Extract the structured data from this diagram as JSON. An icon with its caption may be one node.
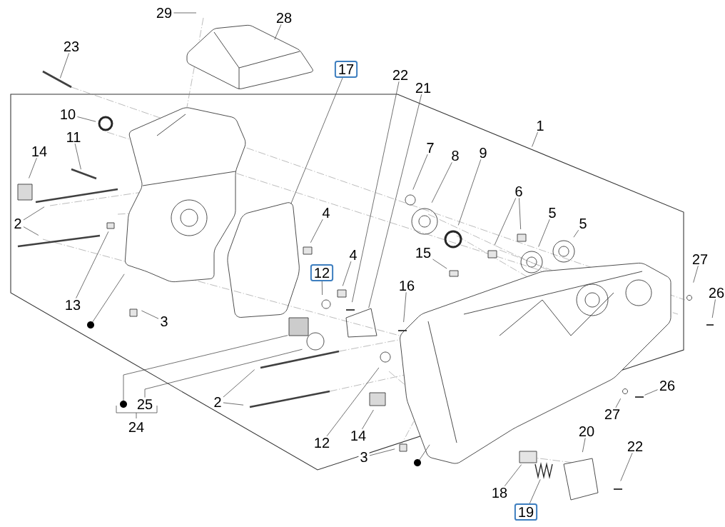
{
  "diagram": {
    "nodes": [
      {
        "text": [
          "29"
        ]
      },
      {
        "text": [
          "28"
        ]
      },
      {
        "text": [
          "23"
        ]
      },
      {
        "text": [
          "17"
        ]
      },
      {
        "text": [
          "22"
        ]
      },
      {
        "text": [
          "21"
        ]
      },
      {
        "text": [
          "10"
        ]
      },
      {
        "text": [
          "11"
        ]
      },
      {
        "text": [
          "14"
        ]
      },
      {
        "text": [
          "7"
        ]
      },
      {
        "text": [
          "8"
        ]
      },
      {
        "text": [
          "9"
        ]
      },
      {
        "text": [
          "1"
        ]
      },
      {
        "text": [
          "6"
        ]
      },
      {
        "text": [
          "5"
        ]
      },
      {
        "text": [
          "5"
        ]
      },
      {
        "text": [
          "2"
        ]
      },
      {
        "text": [
          "4"
        ]
      },
      {
        "text": [
          "4"
        ]
      },
      {
        "text": [
          "15"
        ]
      },
      {
        "text": [
          "12"
        ]
      },
      {
        "text": [
          "16"
        ]
      },
      {
        "text": [
          "13"
        ]
      },
      {
        "text": [
          "3"
        ]
      },
      {
        "text": [],
        "shape": "circle"
      },
      {
        "text": [
          "27"
        ]
      },
      {
        "text": [
          "26"
        ]
      },
      {
        "text": [
          "26"
        ]
      },
      {
        "text": [
          "27"
        ]
      },
      {
        "text": [],
        "shape": "circle"
      },
      {
        "text": [
          "25"
        ]
      },
      {
        "text": [
          "2"
        ]
      },
      {
        "text": [
          "12"
        ]
      },
      {
        "text": [
          "14"
        ]
      },
      {
        "text": [
          "3"
        ]
      },
      {
        "text": [],
        "shape": "circle"
      },
      {
        "text": [
          "20"
        ]
      },
      {
        "text": [
          "22"
        ]
      },
      {
        "text": [
          "18"
        ]
      },
      {
        "text": [
          "19"
        ]
      }
    ],
    "edges": [
      {
        "from": 0,
        "to": null,
        "arrow": "none"
      },
      {
        "from": 1,
        "to": null,
        "arrow": "none"
      },
      {
        "from": 2,
        "to": null,
        "arrow": "none"
      },
      {
        "from": 3,
        "to": null,
        "arrow": "none"
      },
      {
        "from": 4,
        "to": null,
        "arrow": "none"
      },
      {
        "from": 5,
        "to": null,
        "arrow": "none"
      },
      {
        "from": 6,
        "to": null,
        "arrow": "none"
      },
      {
        "from": 7,
        "to": null,
        "arrow": "none"
      },
      {
        "from": 8,
        "to": null,
        "arrow": "none"
      },
      {
        "from": 9,
        "to": null,
        "arrow": "none"
      },
      {
        "from": 10,
        "to": null,
        "arrow": "none"
      },
      {
        "from": 11,
        "to": null,
        "arrow": "none"
      },
      {
        "from": 12,
        "to": null,
        "arrow": "none"
      },
      {
        "from": 13,
        "to": null,
        "arrow": "none"
      },
      {
        "from": 13,
        "to": null,
        "arrow": "none"
      },
      {
        "from": 14,
        "to": null,
        "arrow": "none"
      },
      {
        "from": 15,
        "to": null,
        "arrow": "none"
      },
      {
        "from": 16,
        "to": null,
        "arrow": "none"
      },
      {
        "from": 16,
        "to": null,
        "arrow": "none"
      },
      {
        "from": 17,
        "to": null,
        "arrow": "none"
      },
      {
        "from": 18,
        "to": null,
        "arrow": "none"
      },
      {
        "from": 19,
        "to": null,
        "arrow": "none"
      },
      {
        "from": 20,
        "to": null,
        "arrow": "none"
      },
      {
        "from": 21,
        "to": null,
        "arrow": "none"
      },
      {
        "from": 22,
        "to": null,
        "arrow": "none"
      },
      {
        "from": 23,
        "to": null,
        "arrow": "none"
      },
      {
        "from": 24,
        "to": null,
        "arrow": "none"
      },
      {
        "from": 25,
        "to": null,
        "arrow": "none"
      },
      {
        "from": 26,
        "to": null,
        "arrow": "none"
      },
      {
        "from": 27,
        "to": null,
        "arrow": "none"
      },
      {
        "from": 28,
        "to": null,
        "arrow": "none"
      },
      {
        "from": 29,
        "to": null,
        "arrow": "none"
      },
      {
        "from": 30,
        "to": null,
        "arrow": "none"
      },
      {
        "from": 31,
        "to": null,
        "arrow": "none"
      },
      {
        "from": 31,
        "to": null,
        "arrow": "none"
      },
      {
        "from": 32,
        "to": null,
        "arrow": "none"
      },
      {
        "from": 33,
        "to": null,
        "arrow": "none"
      },
      {
        "from": 34,
        "to": null,
        "arrow": "none"
      },
      {
        "from": 35,
        "to": null,
        "arrow": "none"
      },
      {
        "from": 36,
        "to": null,
        "arrow": "none"
      },
      {
        "from": 37,
        "to": null,
        "arrow": "none"
      },
      {
        "from": 38,
        "to": null,
        "arrow": "none"
      },
      {
        "from": 39,
        "to": null,
        "arrow": "none"
      }
    ],
    "labels": [
      "24"
    ]
  }
}
